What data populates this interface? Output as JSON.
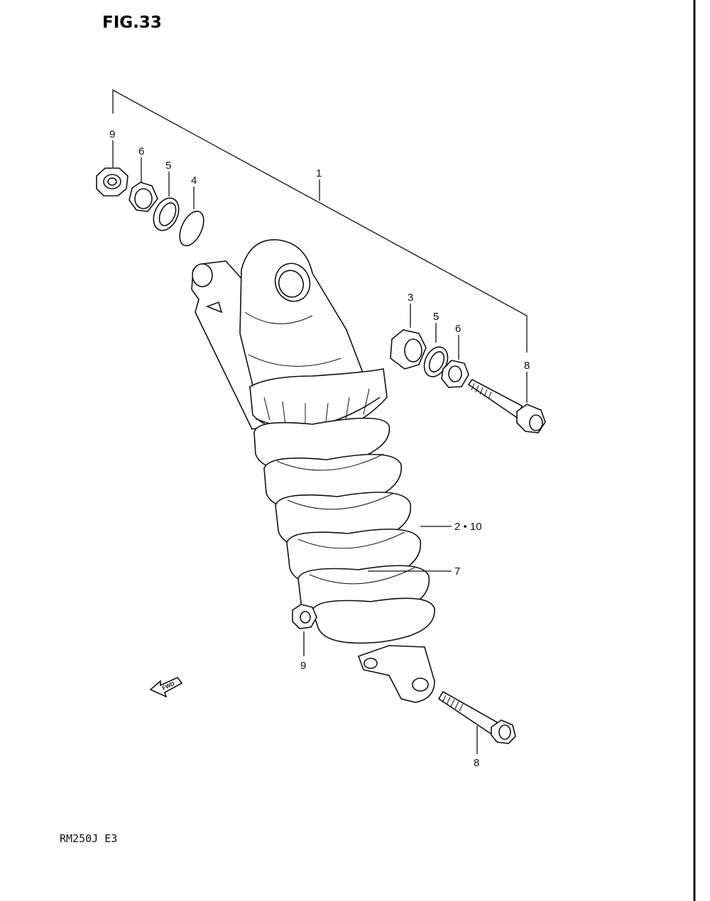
{
  "figure": {
    "title": "FIG.33",
    "model_code": "RM250J E3",
    "fwd_label": "FWD"
  },
  "callouts": {
    "c1": "1",
    "c2_10": "2 • 10",
    "c3": "3",
    "c4": "4",
    "c5_top": "5",
    "c5_right": "5",
    "c6_top": "6",
    "c6_right": "6",
    "c7": "7",
    "c8_right": "8",
    "c8_bottom": "8",
    "c9_top": "9",
    "c9_bottom": "9"
  }
}
